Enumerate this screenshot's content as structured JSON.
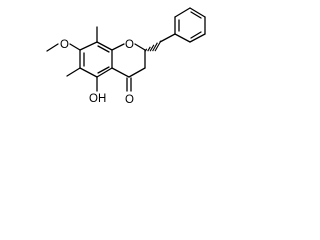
{
  "molecule": {
    "atoms": {
      "methoxy_oxygen": "O",
      "ring_oxygen": "O",
      "hydroxyl": "OH",
      "carbonyl_oxygen": "O"
    }
  }
}
